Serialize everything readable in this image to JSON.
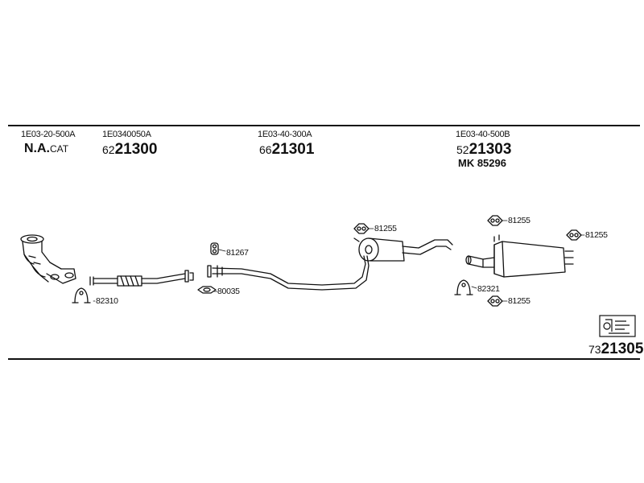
{
  "header": {
    "groups": [
      {
        "oem": "1E03-20-500A",
        "label_bold": "N.A.",
        "label_rest": "CAT"
      },
      {
        "oem": "1E0340050A",
        "pn_prefix": "62",
        "pn_main": "21300"
      },
      {
        "oem": "1E03-40-300A",
        "pn_prefix": "66",
        "pn_main": "21301"
      },
      {
        "oem": "1E03-40-500B",
        "pn_prefix": "52",
        "pn_main": "21303",
        "extra": "MK  85296"
      }
    ]
  },
  "callouts": {
    "c82310": "82310",
    "c81267": "81267",
    "c80035": "80035",
    "c81255_mid": "81255",
    "c81255_tr1": "81255",
    "c81255_tr2": "81255",
    "c82321": "82321",
    "c81255_br": "81255"
  },
  "footer": {
    "pn_prefix": "73",
    "pn_main": "21305"
  },
  "icons": {
    "logo": "parts-diagram-icon"
  }
}
